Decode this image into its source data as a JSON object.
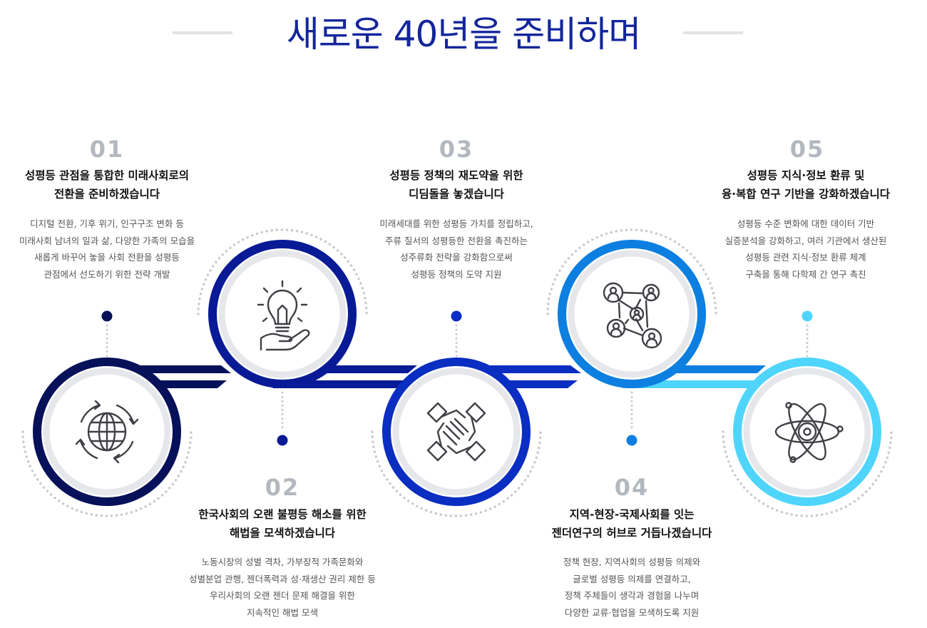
{
  "header": {
    "title": "새로운 40년을 준비하며"
  },
  "colors": {
    "step1": "#07115a",
    "step2": "#081a96",
    "step3": "#0a2dc2",
    "step4": "#0c7fe0",
    "step5": "#4fd5fb",
    "ring_inner": "#e6e7ea",
    "dots": "#c9cbd0",
    "number": "#b3b8bf",
    "title": "#13269c"
  },
  "steps": [
    {
      "number": "01",
      "icon": "globe-cycle-icon",
      "heading": [
        "성평등 관점을 통합한 미래사회로의",
        "전환을 준비하겠습니다"
      ],
      "description": [
        "디지털 전환, 기후 위기, 인구구조 변화 등",
        "미래사회 남녀의 일과 삶, 다양한 가족의 모습을",
        "새롭게 바꾸어 놓을 사회 전환을 성평등",
        "관점에서 선도하기 위한 전략 개발"
      ]
    },
    {
      "number": "02",
      "icon": "lightbulb-hand-icon",
      "heading": [
        "한국사회의 오랜 불평등 해소를 위한",
        "해법을 모색하겠습니다"
      ],
      "description": [
        "노동시장의 성별 격차, 가부장적 가족문화와",
        "성별분업 관행, 젠더폭력과 성·재생산 권리 제한 등",
        "우리사회의 오랜 젠더 문제 해결을 위한",
        "지속적인 해법 모색"
      ]
    },
    {
      "number": "03",
      "icon": "joined-hands-icon",
      "heading": [
        "성평등 정책의 재도약을 위한",
        "디딤돌을 놓겠습니다"
      ],
      "description": [
        "미래세대를 위한 성평등 가치를 정립하고,",
        "주류 질서의 성평등한 전환을 촉진하는",
        "성주류화 전략을 강화함으로써",
        "성평등 정책의 도약 지원"
      ]
    },
    {
      "number": "04",
      "icon": "people-network-icon",
      "heading": [
        "지역-현장-국제사회를 잇는",
        "젠더연구의 허브로 거듭나겠습니다"
      ],
      "description": [
        "정책 현장, 지역사회의 성평등 의제와",
        "글로벌 성평등 의제를 연결하고,",
        "정책 주체들이 생각과 경험을 나누며",
        "다양한 교류·협업을 모색하도록 지원"
      ]
    },
    {
      "number": "05",
      "icon": "atom-icon",
      "heading": [
        "성평등 지식·정보 환류 및",
        "융·복합 연구 기반을 강화하겠습니다"
      ],
      "description": [
        "성평등 수준 변화에 대한 데이터 기반",
        "실증분석을 강화하고, 여러 기관에서 생산된",
        "성평등 관련 지식·정보 환류 체계",
        "구축을 통해 다학제 간 연구 촉진"
      ]
    }
  ]
}
